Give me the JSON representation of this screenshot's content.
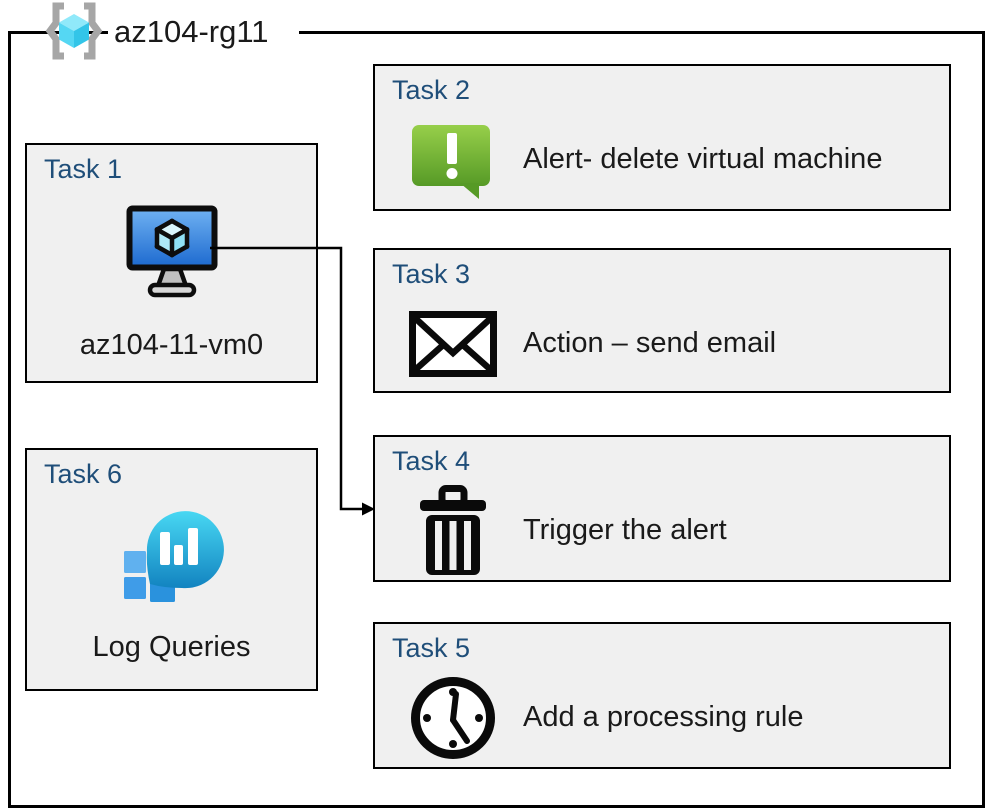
{
  "resource_group": {
    "name": "az104-rg11",
    "icon": "resource-group-icon"
  },
  "tasks": [
    {
      "label": "Task 1",
      "text": "az104-11-vm0",
      "icon": "virtual-machine-icon"
    },
    {
      "label": "Task 2",
      "text": "Alert- delete virtual machine",
      "icon": "alert-icon"
    },
    {
      "label": "Task 3",
      "text": "Action – send email",
      "icon": "email-icon"
    },
    {
      "label": "Task 4",
      "text": "Trigger the alert",
      "icon": "trash-icon"
    },
    {
      "label": "Task 5",
      "text": "Add a processing rule",
      "icon": "clock-icon"
    },
    {
      "label": "Task 6",
      "text": "Log Queries",
      "icon": "log-analytics-icon"
    }
  ],
  "connector": {
    "from": "Task 1",
    "to": "Task 4"
  },
  "colors": {
    "task_label_blue": "#1f4e79",
    "box_fill": "#f0f0f0",
    "box_border": "#000000",
    "outer_border": "#000000",
    "alert_green_top": "#97cf4a",
    "alert_green_bottom": "#569a26",
    "vm_screen_top": "#70b2f2",
    "vm_screen_bottom": "#1c69cf",
    "cube_cyan": "#55d7f3",
    "brace_gray": "#a6a6a6",
    "log_teal_top": "#48d8f3",
    "log_teal_bottom": "#1283c0",
    "log_square_light": "#60b1ef",
    "log_square_mid": "#3f9ce8",
    "log_square_dark": "#2a92dd"
  }
}
